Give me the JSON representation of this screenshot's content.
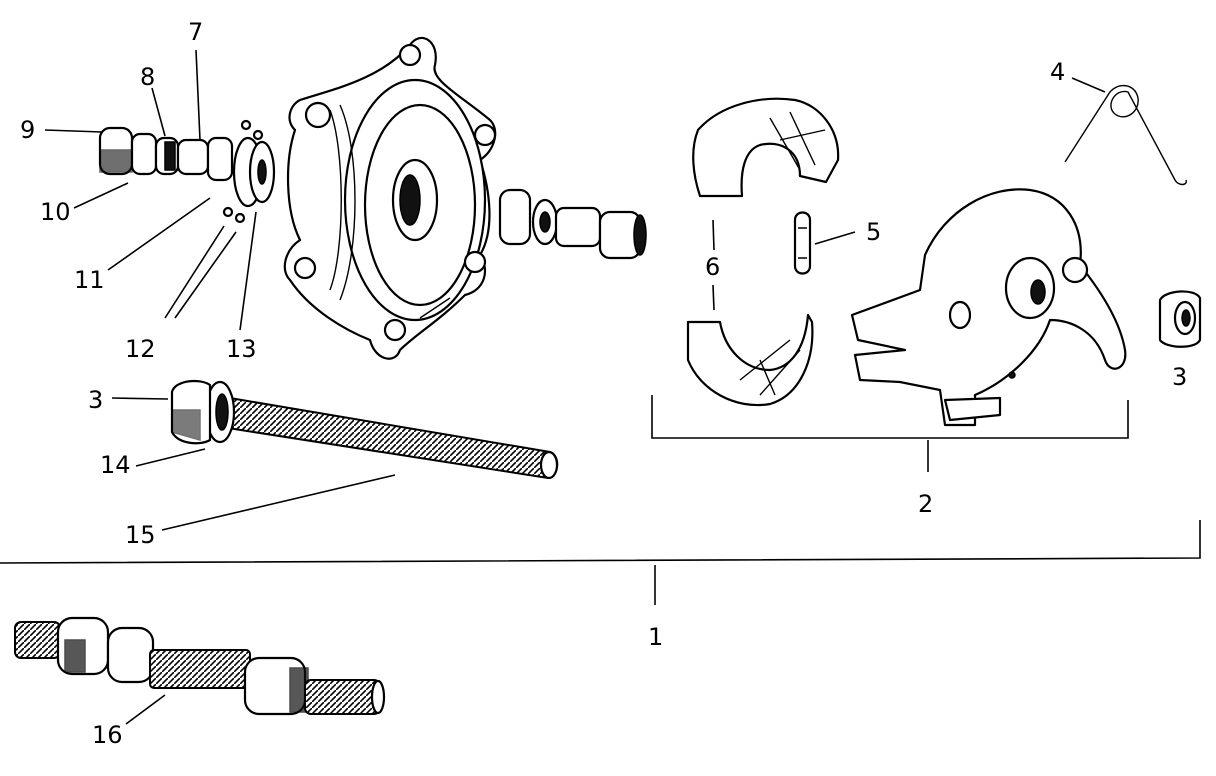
{
  "labels": {
    "l1": "1",
    "l2": "2",
    "l3a": "3",
    "l3b": "3",
    "l4": "4",
    "l5": "5",
    "l6": "6",
    "l7": "7",
    "l8": "8",
    "l9": "9",
    "l10": "10",
    "l11": "11",
    "l12": "12",
    "l13": "13",
    "l14": "14",
    "l15": "15",
    "l16": "16"
  },
  "colors": {
    "ink": "#000000",
    "paper": "#ffffff"
  }
}
